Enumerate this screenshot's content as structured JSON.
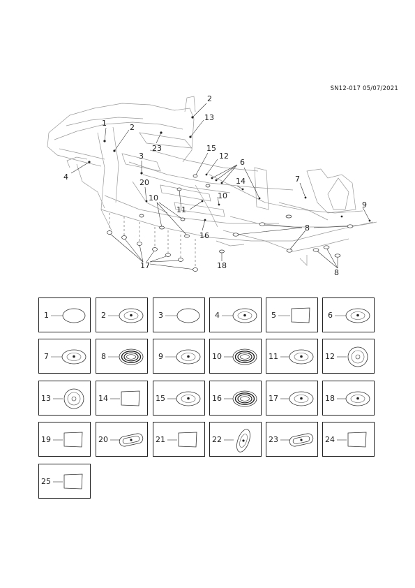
{
  "reference": "SN12-017 05/07/2021",
  "callouts": [
    "2",
    "13",
    "1",
    "2",
    "23",
    "3",
    "4",
    "15",
    "12",
    "6",
    "20",
    "14",
    "7",
    "10",
    "10",
    "11",
    "16",
    "8",
    "9",
    "17",
    "18",
    "8"
  ],
  "parts": [
    {
      "no": "1",
      "icon": "round-plug-plain"
    },
    {
      "no": "2",
      "icon": "grommet-small-hole"
    },
    {
      "no": "3",
      "icon": "round-plug-plain"
    },
    {
      "no": "4",
      "icon": "grommet-small-hole"
    },
    {
      "no": "5",
      "icon": "rectangular-patch"
    },
    {
      "no": "6",
      "icon": "grommet-small-hole"
    },
    {
      "no": "7",
      "icon": "grommet-small-hole"
    },
    {
      "no": "8",
      "icon": "ribbed-grommet"
    },
    {
      "no": "9",
      "icon": "grommet-small-hole"
    },
    {
      "no": "10",
      "icon": "ribbed-grommet"
    },
    {
      "no": "11",
      "icon": "grommet-small-hole"
    },
    {
      "no": "12",
      "icon": "domed-grommet"
    },
    {
      "no": "13",
      "icon": "domed-grommet"
    },
    {
      "no": "14",
      "icon": "rectangular-patch"
    },
    {
      "no": "15",
      "icon": "grommet-small-hole"
    },
    {
      "no": "16",
      "icon": "ribbed-grommet"
    },
    {
      "no": "17",
      "icon": "grommet-small-hole"
    },
    {
      "no": "18",
      "icon": "grommet-small-hole"
    },
    {
      "no": "19",
      "icon": "rectangular-patch"
    },
    {
      "no": "20",
      "icon": "oval-grommet"
    },
    {
      "no": "21",
      "icon": "rectangular-patch"
    },
    {
      "no": "22",
      "icon": "tilted-grommet"
    },
    {
      "no": "23",
      "icon": "oval-grommet"
    },
    {
      "no": "24",
      "icon": "rectangular-patch"
    },
    {
      "no": "25",
      "icon": "rectangular-patch"
    }
  ]
}
